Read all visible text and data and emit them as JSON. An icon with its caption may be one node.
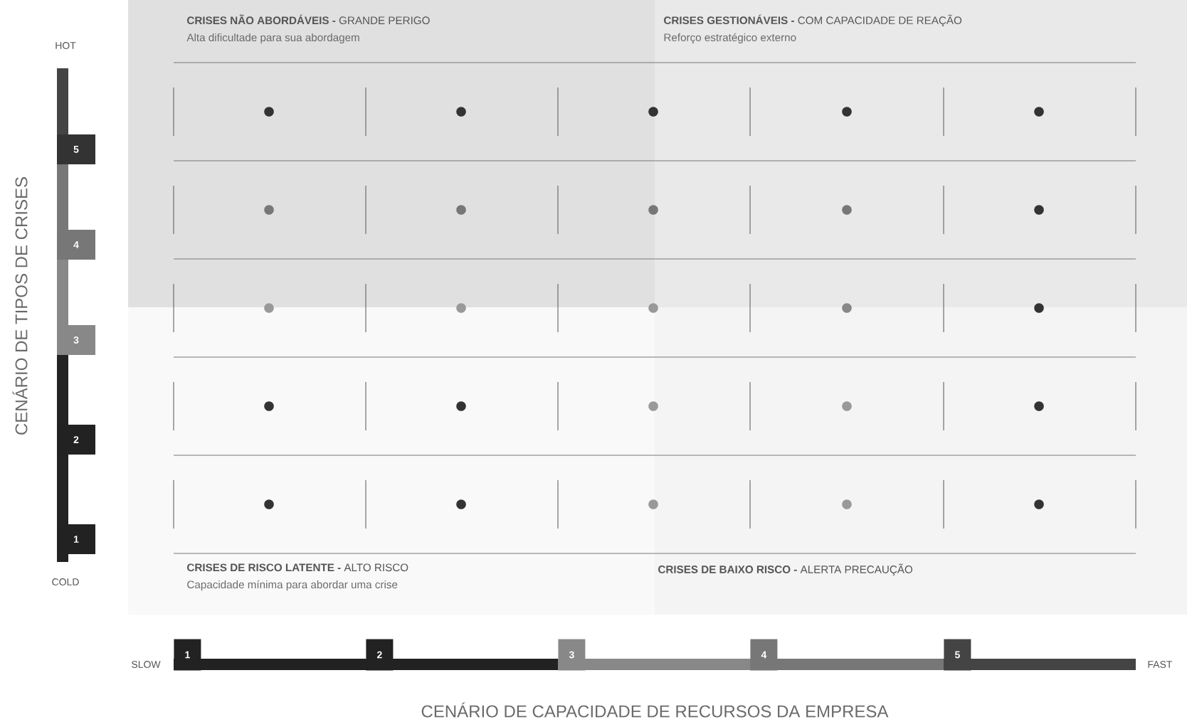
{
  "diagram": {
    "nodes": [
      {
        "text": [
          "**CRISES NÃO ABORDÁVEIS -** GRANDE PERIGO",
          "Alta dificultade para sua abordagem"
        ]
      },
      {
        "text": [
          "**CRISES GESTIONÁVEIS -** COM CAPACIDADE DE REAÇÃO",
          "Reforço estratégico externo"
        ]
      },
      {
        "text": [
          "**CRISES DE RISCO LATENTE -** ALTO RISCO",
          "Capacidade mínima para  abordar uma crise"
        ]
      },
      {
        "text": [
          "**CRISES DE BAIXO RISCO -** ALERTA PRECAUÇÃO"
        ]
      }
    ],
    "labels": [
      "HOT",
      "5",
      "4",
      "3",
      "2",
      "1",
      "COLD",
      "CENÁRIO  DE TIPOS DE CRISES",
      "SLOW",
      "1",
      "2",
      "3",
      "4",
      "5",
      "FAST",
      "CENÁRIO DE CAPACIDADE DE RECURSOS DA EMPRESA"
    ]
  }
}
